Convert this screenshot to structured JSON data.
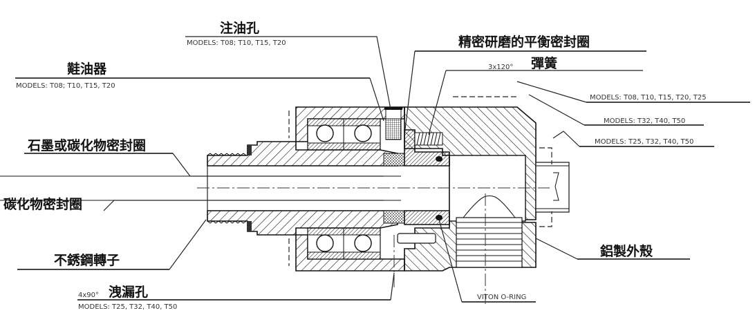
{
  "labels": {
    "oil_hole": {
      "title": "注油孔",
      "models": "MODELS: T08; T10, T15, T20"
    },
    "lubricator": {
      "title": "黊油器",
      "models": "MODELS: T08; T10, T15, T20"
    },
    "balanced_seal": {
      "title": "精密研磨的平衡密封圈"
    },
    "spring": {
      "title": "彈簧",
      "prefix": "3x120°"
    },
    "models_right_1": "MODELS: T08, T10, T15, T20, T25",
    "models_right_2": "MODELS: T32, T40, T50",
    "models_right_3": "MODELS: T25, T32, T40, T50",
    "graphite_seal": {
      "title": "石墨或碳化物密封圈"
    },
    "carbide_seal": {
      "title": "碳化物密封圈"
    },
    "rotor": {
      "title": "不銹鋼轉子"
    },
    "leak_hole": {
      "title": "洩漏孔",
      "prefix": "4x90°",
      "models": "MODELS: T25, T32, T40, T50"
    },
    "viton": "VITON O-RING",
    "housing": {
      "title": "鋁製外殼"
    }
  }
}
